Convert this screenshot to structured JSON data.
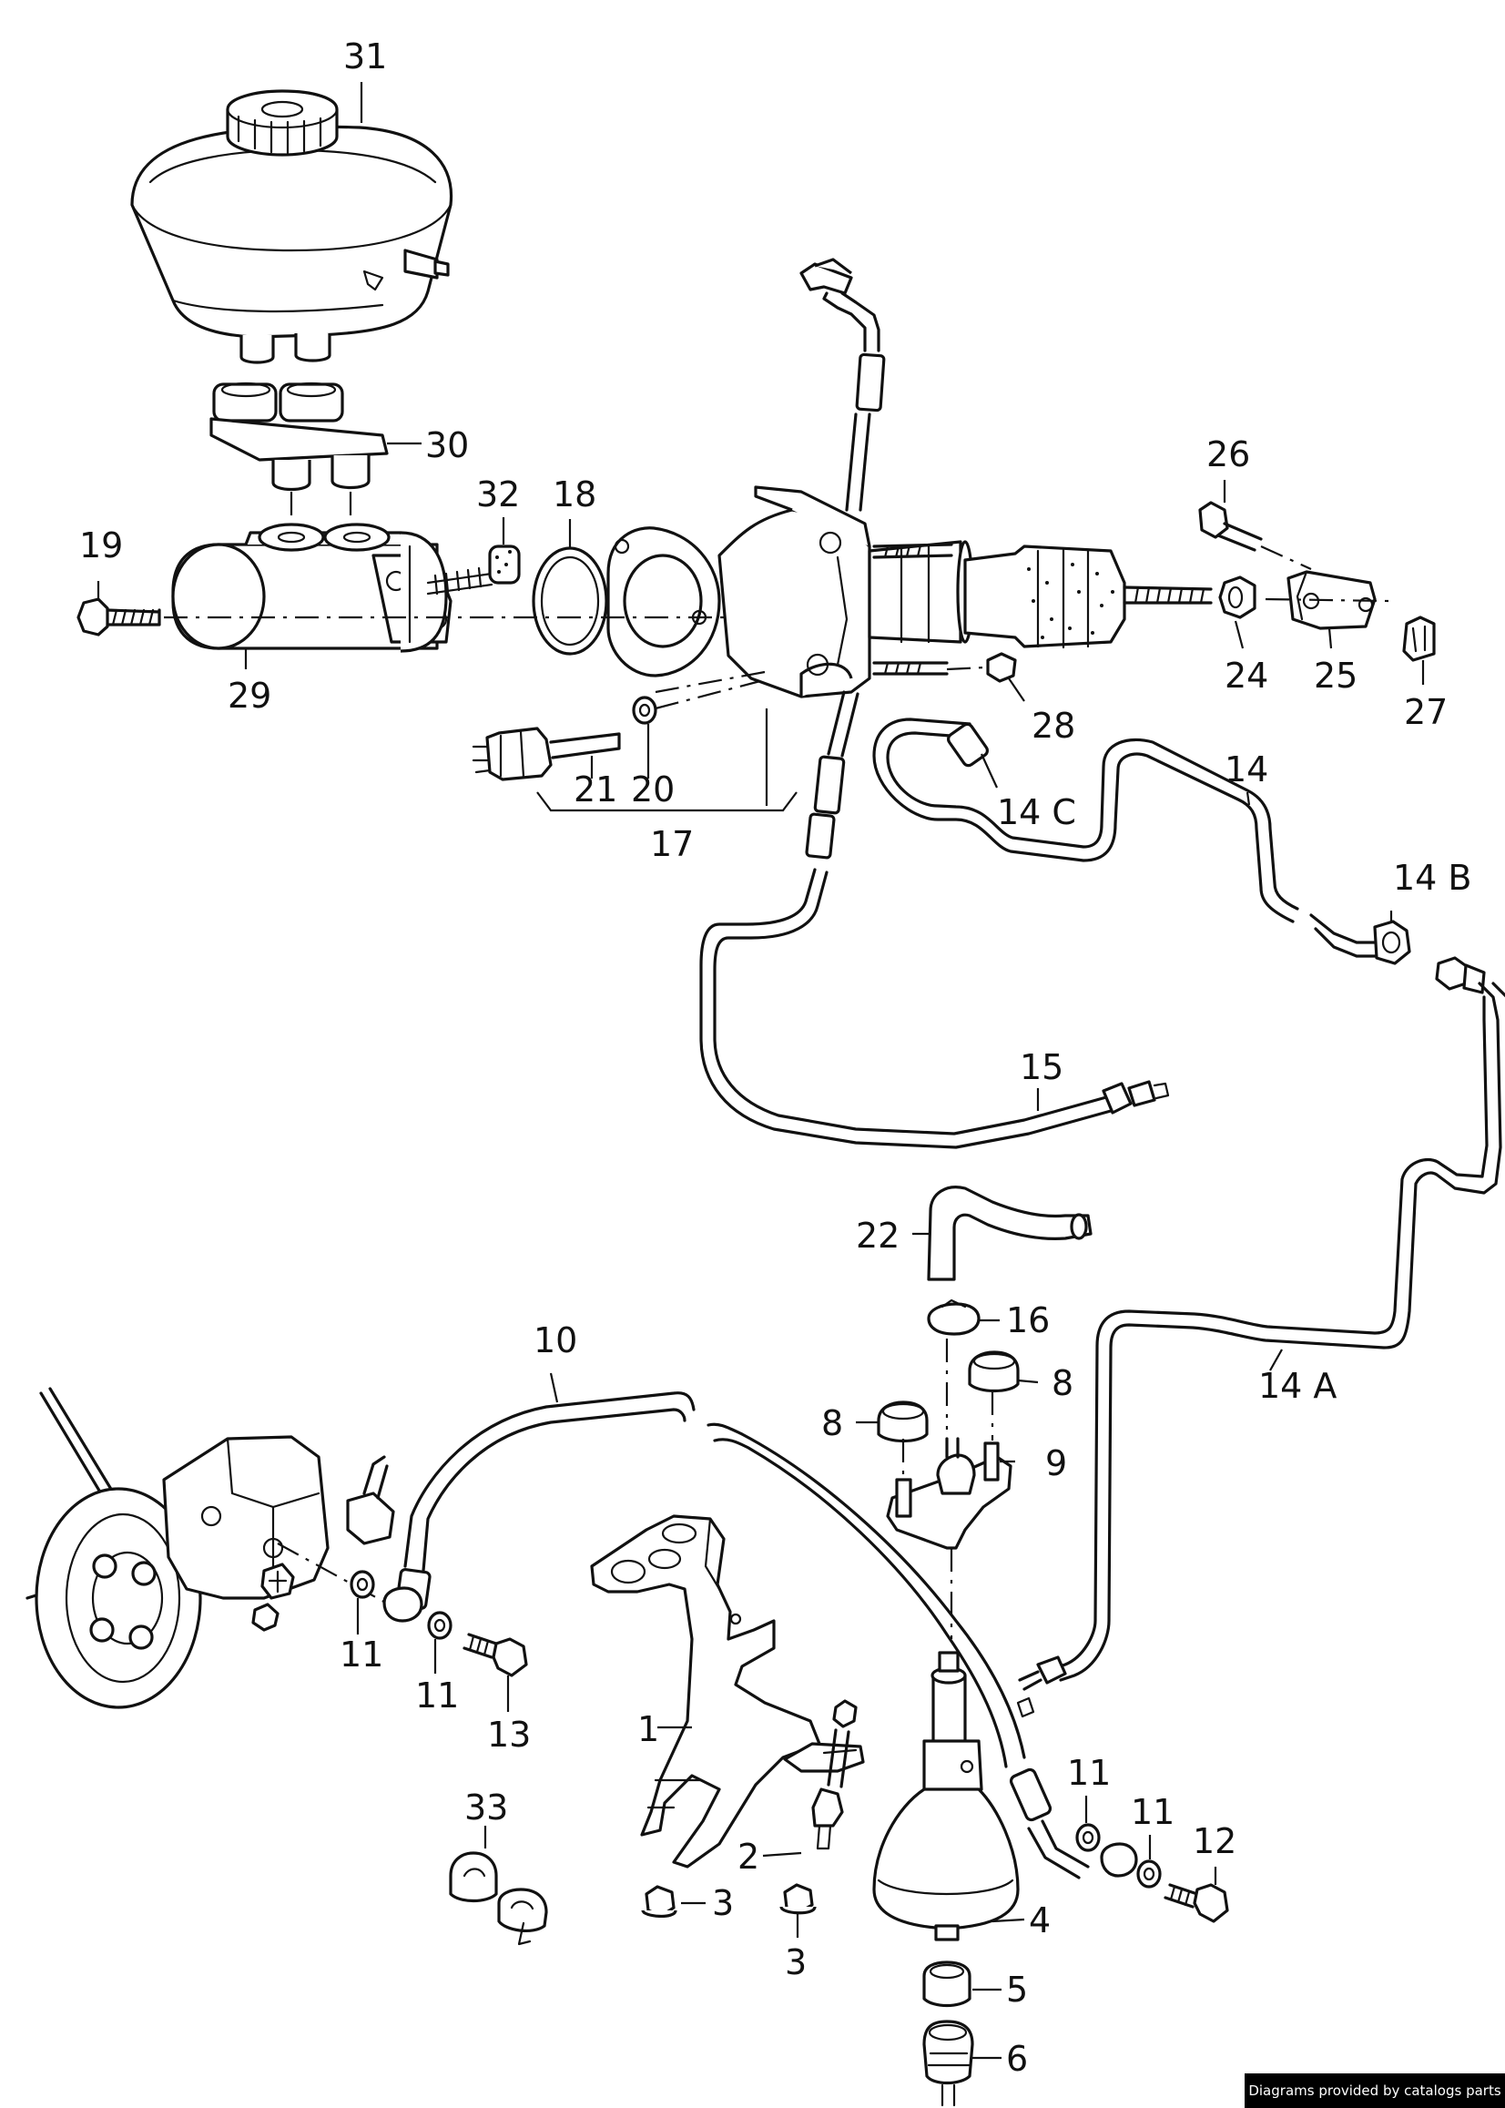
{
  "labels": {
    "p1": "1",
    "p2": "2",
    "p3a": "3",
    "p3b": "3",
    "p4": "4",
    "p5": "5",
    "p6": "6",
    "p8a": "8",
    "p8b": "8",
    "p9": "9",
    "p10": "10",
    "p11a": "11",
    "p11b": "11",
    "p11c": "11",
    "p11d": "11",
    "p12": "12",
    "p13": "13",
    "p14": "14",
    "p14a": "14 A",
    "p14b": "14 B",
    "p14c": "14 C",
    "p15": "15",
    "p16": "16",
    "p17": "17",
    "p18": "18",
    "p19": "19",
    "p20": "20",
    "p21": "21",
    "p22": "22",
    "p24": "24",
    "p25": "25",
    "p26": "26",
    "p27": "27",
    "p28": "28",
    "p29": "29",
    "p30": "30",
    "p31": "31",
    "p32": "32",
    "p33": "33"
  },
  "credit": "Diagrams provided by catalogs parts"
}
